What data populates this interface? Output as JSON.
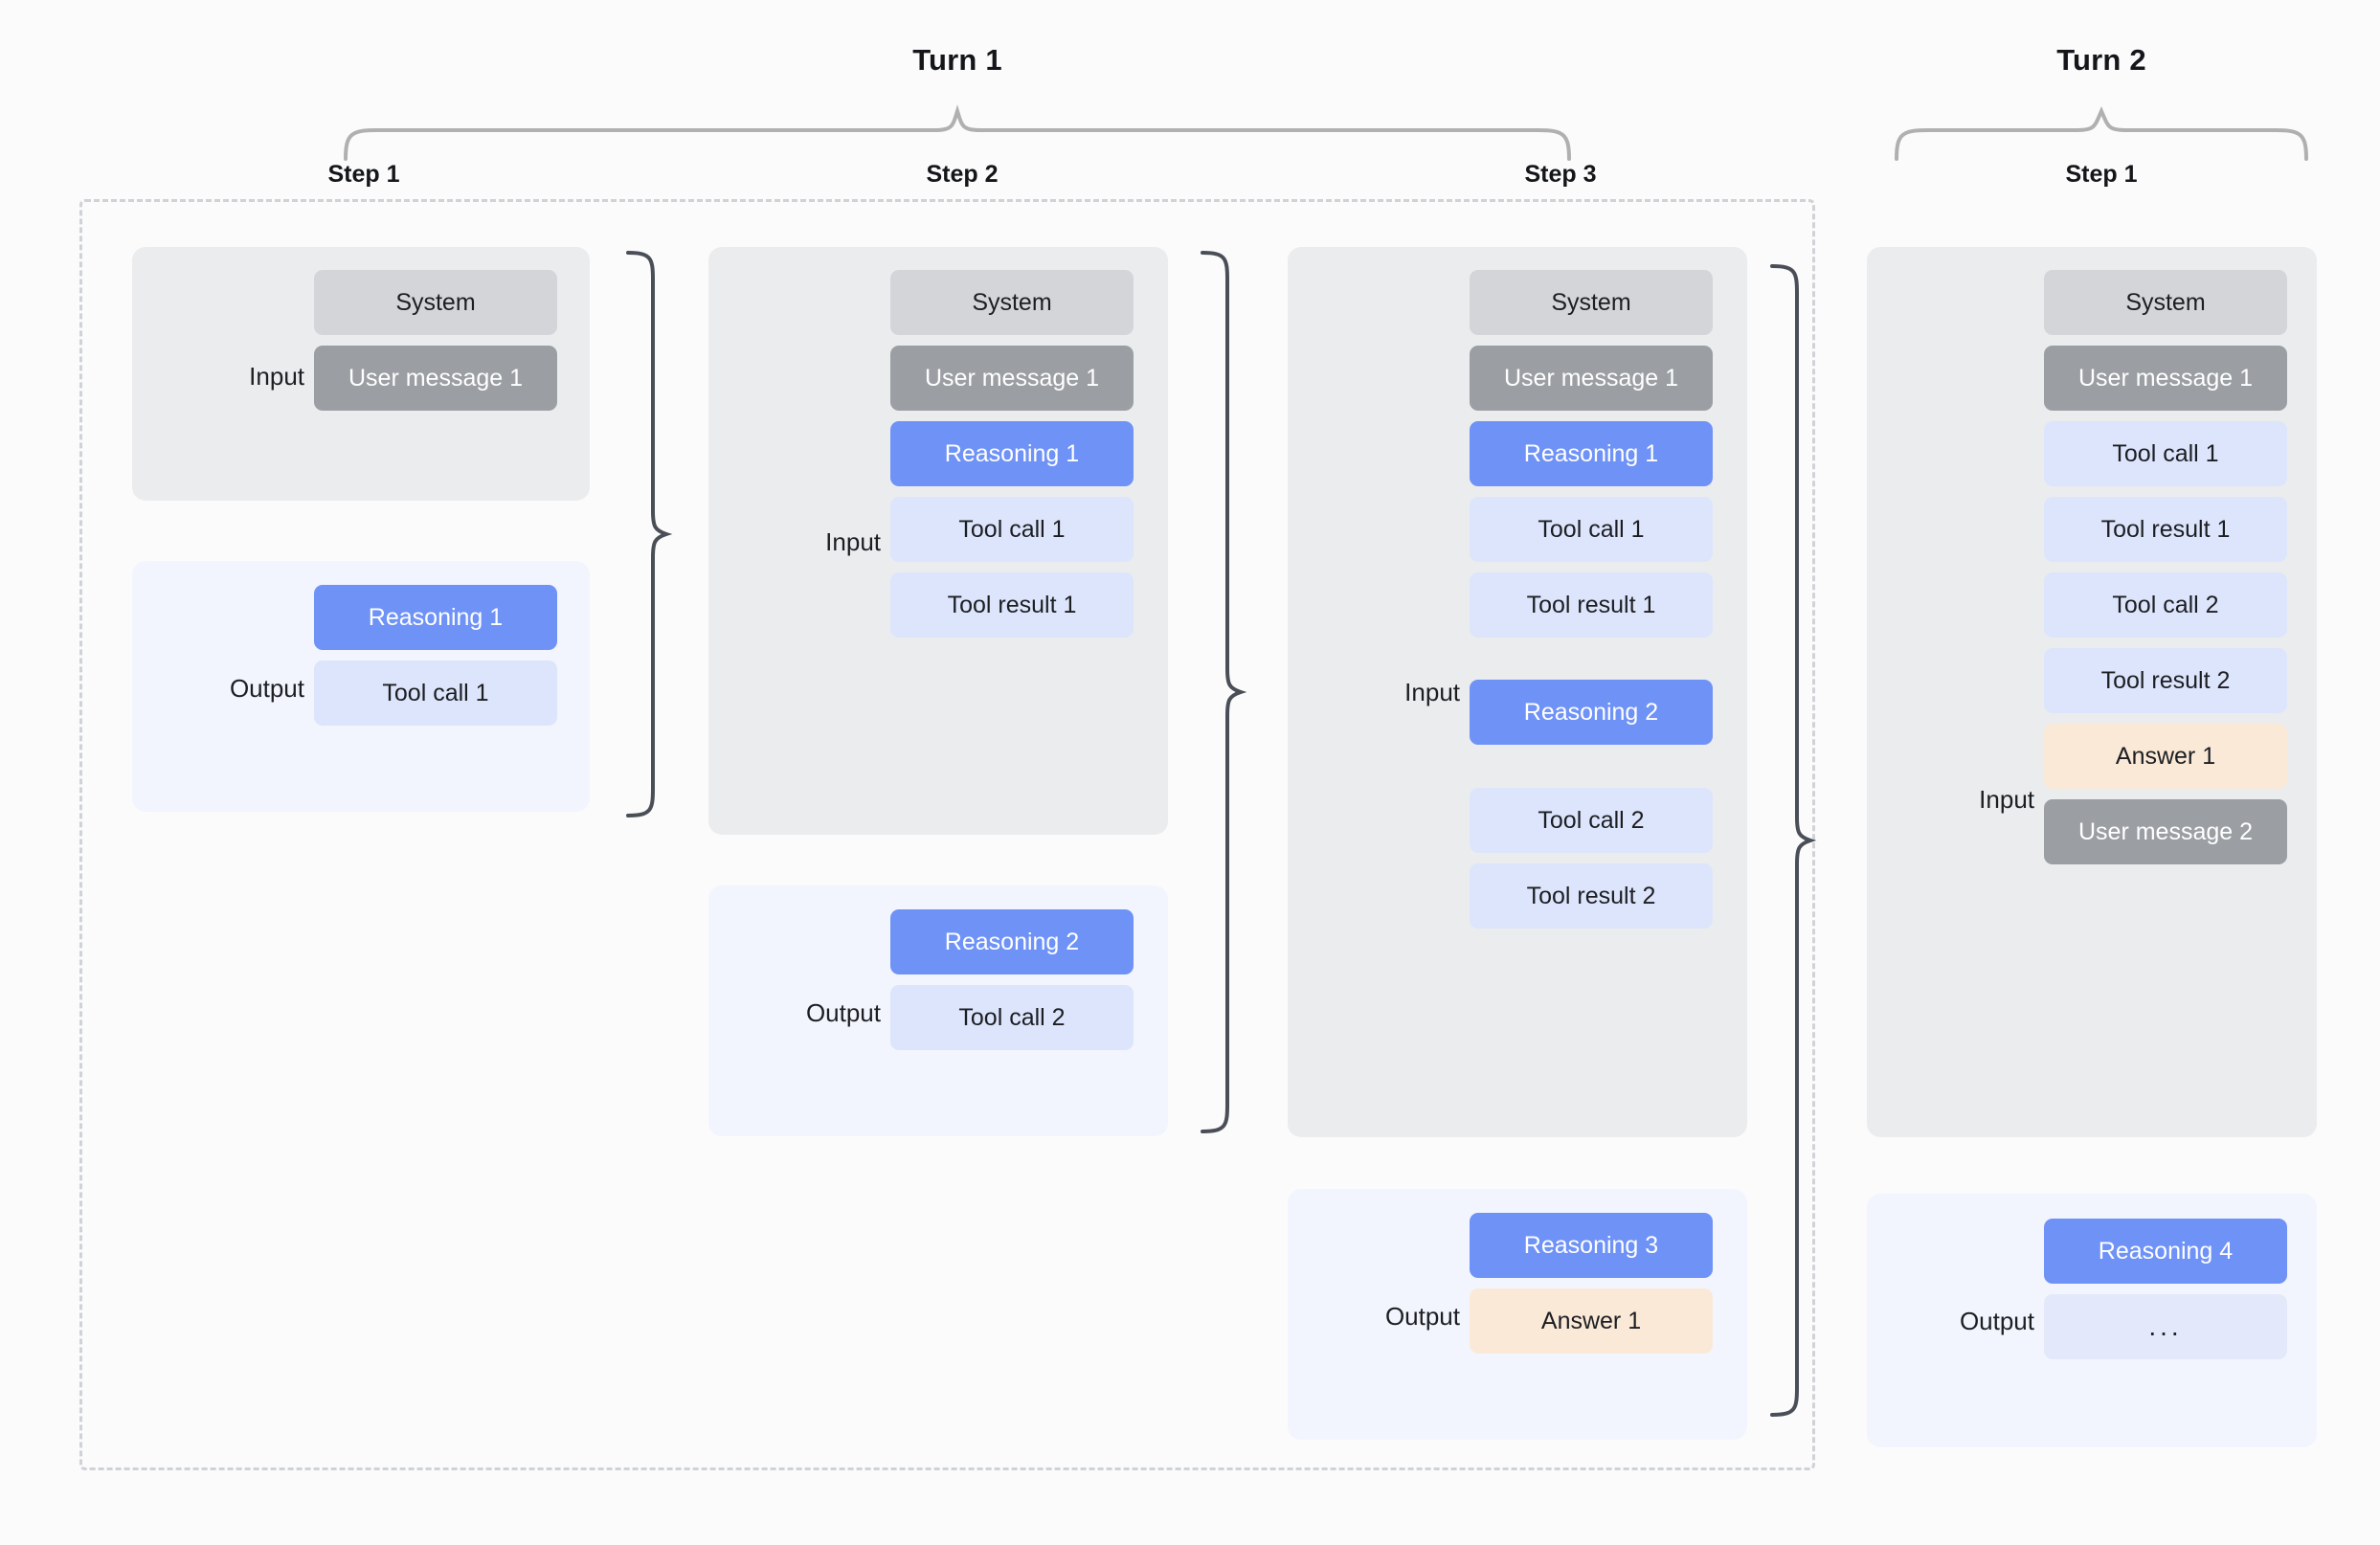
{
  "diagram": {
    "title_hidden": "",
    "colors": {
      "background": "#fbfbfc",
      "input_panel": "#ebecee",
      "output_panel": "#f2f5fd",
      "system": "#d3d5d9",
      "user_message": "#9b9ea3",
      "reasoning": "#6f92f7",
      "tool": "#dde5fc",
      "answer": "#fbe9d8",
      "ellipsis": "#e3e9fa",
      "dashed_border": "#cfd2d6",
      "brace": "#4a4f57",
      "header_brace": "#b0b0b0",
      "text_dark": "#14161a",
      "text_light": "#ffffff"
    },
    "turns": [
      {
        "label": "Turn 1",
        "steps": [
          {
            "label": "Step 1",
            "input": {
              "label": "Input",
              "blocks": [
                {
                  "text": "System",
                  "kind": "system"
                },
                {
                  "text": "User message 1",
                  "kind": "user"
                }
              ]
            },
            "output": {
              "label": "Output",
              "blocks": [
                {
                  "text": "Reasoning 1",
                  "kind": "reasoning"
                },
                {
                  "text": "Tool call 1",
                  "kind": "tool"
                }
              ]
            }
          },
          {
            "label": "Step 2",
            "input": {
              "label": "Input",
              "blocks": [
                {
                  "text": "System",
                  "kind": "system"
                },
                {
                  "text": "User message 1",
                  "kind": "user"
                },
                {
                  "text": "Reasoning 1",
                  "kind": "reasoning"
                },
                {
                  "text": "Tool call 1",
                  "kind": "tool"
                },
                {
                  "text": "Tool result 1",
                  "kind": "tool"
                }
              ]
            },
            "output": {
              "label": "Output",
              "blocks": [
                {
                  "text": "Reasoning 2",
                  "kind": "reasoning"
                },
                {
                  "text": "Tool call 2",
                  "kind": "tool"
                }
              ]
            }
          },
          {
            "label": "Step 3",
            "input": {
              "label": "Input",
              "blocks": [
                {
                  "text": "System",
                  "kind": "system"
                },
                {
                  "text": "User message 1",
                  "kind": "user"
                },
                {
                  "text": "Reasoning 1",
                  "kind": "reasoning"
                },
                {
                  "text": "Tool call 1",
                  "kind": "tool"
                },
                {
                  "text": "Tool result 1",
                  "kind": "tool"
                },
                {
                  "text": "Reasoning 2",
                  "kind": "reasoning"
                },
                {
                  "text": "Tool call 2",
                  "kind": "tool"
                },
                {
                  "text": "Tool result 2",
                  "kind": "tool"
                }
              ]
            },
            "output": {
              "label": "Output",
              "blocks": [
                {
                  "text": "Reasoning 3",
                  "kind": "reasoning"
                },
                {
                  "text": "Answer 1",
                  "kind": "answer"
                }
              ]
            }
          }
        ]
      },
      {
        "label": "Turn 2",
        "steps": [
          {
            "label": "Step 1",
            "input": {
              "label": "Input",
              "blocks": [
                {
                  "text": "System",
                  "kind": "system"
                },
                {
                  "text": "User message 1",
                  "kind": "user"
                },
                {
                  "text": "Tool call 1",
                  "kind": "tool"
                },
                {
                  "text": "Tool result 1",
                  "kind": "tool"
                },
                {
                  "text": "Tool call 2",
                  "kind": "tool"
                },
                {
                  "text": "Tool result 2",
                  "kind": "tool"
                },
                {
                  "text": "Answer 1",
                  "kind": "answer"
                },
                {
                  "text": "User message 2",
                  "kind": "user"
                }
              ]
            },
            "output": {
              "label": "Output",
              "blocks": [
                {
                  "text": "Reasoning 4",
                  "kind": "reasoning"
                },
                {
                  "text": "...",
                  "kind": "ellipsis"
                }
              ]
            }
          }
        ]
      }
    ]
  },
  "labels": {
    "turn1": "Turn 1",
    "turn2": "Turn 2",
    "t1s1": "Step 1",
    "t1s2": "Step 2",
    "t1s3": "Step 3",
    "t2s1": "Step 1",
    "input": "Input",
    "output": "Output"
  },
  "text": {
    "system": "System",
    "user1": "User message 1",
    "user2": "User message 2",
    "reasoning1": "Reasoning 1",
    "reasoning2": "Reasoning 2",
    "reasoning3": "Reasoning 3",
    "reasoning4": "Reasoning 4",
    "toolcall1": "Tool call 1",
    "toolcall2": "Tool call 2",
    "toolresult1": "Tool result 1",
    "toolresult2": "Tool result 2",
    "answer1": "Answer 1",
    "ellipsis": "..."
  }
}
